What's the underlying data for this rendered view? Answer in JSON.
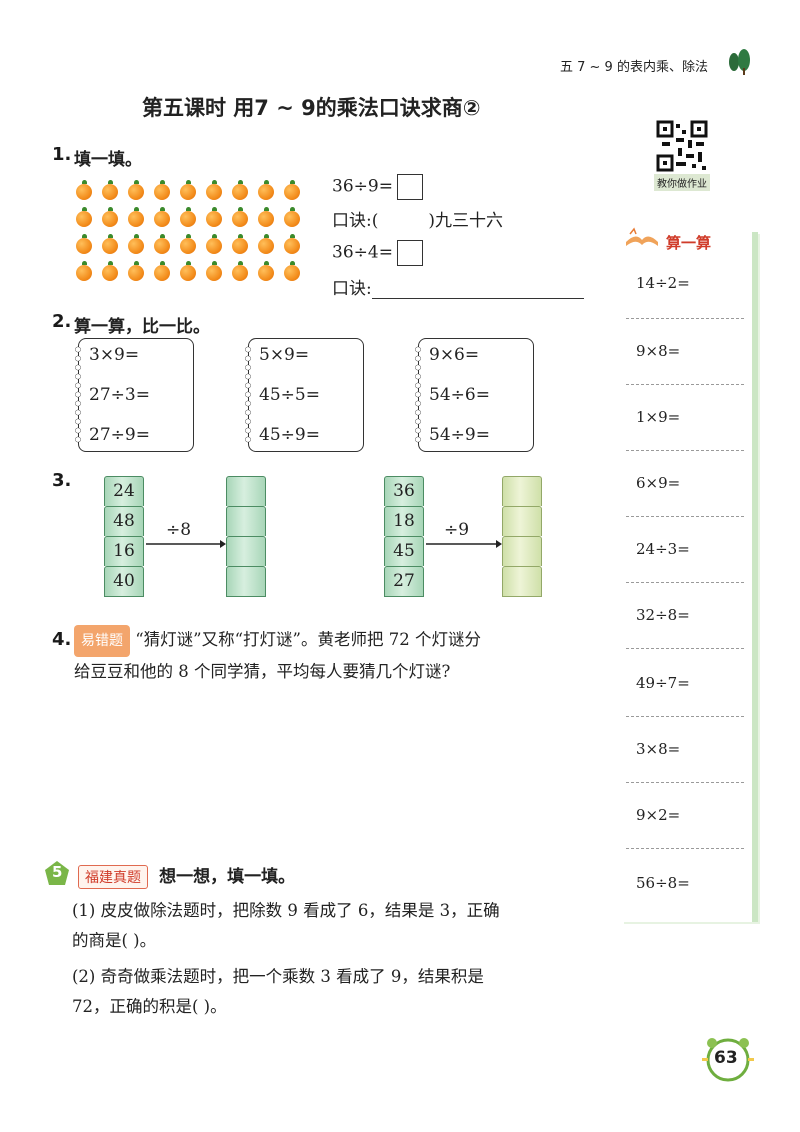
{
  "header": {
    "section": "五  7 ~ 9 的表内乘、除法",
    "page_number": "63"
  },
  "title": "第五课时    用7 ~ 9的乘法口诀求商②",
  "qr_label": "教你做作业",
  "q1": {
    "num": "1.",
    "title": "填一填。",
    "eq1": "36÷9=",
    "rhyme1_prefix": "口诀:(",
    "rhyme1_suffix": ")九三十六",
    "eq2": "36÷4=",
    "rhyme2_prefix": "口诀:",
    "orange_rows": 4,
    "orange_cols": 9
  },
  "q2": {
    "num": "2.",
    "title": "算一算，比一比。",
    "cards": [
      [
        "3×9=",
        "27÷3=",
        "27÷9="
      ],
      [
        "5×9=",
        "45÷5=",
        "45÷9="
      ],
      [
        "9×6=",
        "54÷6=",
        "54÷9="
      ]
    ]
  },
  "q3": {
    "num": "3.",
    "left": {
      "values": [
        "24",
        "48",
        "16",
        "40"
      ],
      "op": "÷8"
    },
    "right": {
      "values": [
        "36",
        "18",
        "45",
        "27"
      ],
      "op": "÷9"
    }
  },
  "q4": {
    "num": "4.",
    "tag": "易错题",
    "line1": "“猜灯谜”又称“打灯谜”。黄老师把 72 个灯谜分",
    "line2": "给豆豆和他的 8 个同学猜，平均每人要猜几个灯谜?"
  },
  "q5": {
    "num": "5",
    "tag": "福建真题",
    "title": "想一想，填一填。",
    "p1_line1": "(1) 皮皮做除法题时，把除数 9 看成了 6，结果是 3，正确",
    "p1_line2": "的商是(        )。",
    "p2_line1": "(2) 奇奇做乘法题时，把一个乘数 3 看成了 9，结果积是",
    "p2_line2": "72，正确的积是(        )。"
  },
  "sidebar": {
    "title": "算一算",
    "items": [
      "14÷2=",
      "9×8=",
      "1×9=",
      "6×9=",
      "24÷3=",
      "32÷8=",
      "49÷7=",
      "3×8=",
      "9×2=",
      "56÷8="
    ]
  },
  "colors": {
    "accent_green": "#4c8c63",
    "tag_orange": "#f3a56c",
    "title_red": "#d03c2a"
  }
}
